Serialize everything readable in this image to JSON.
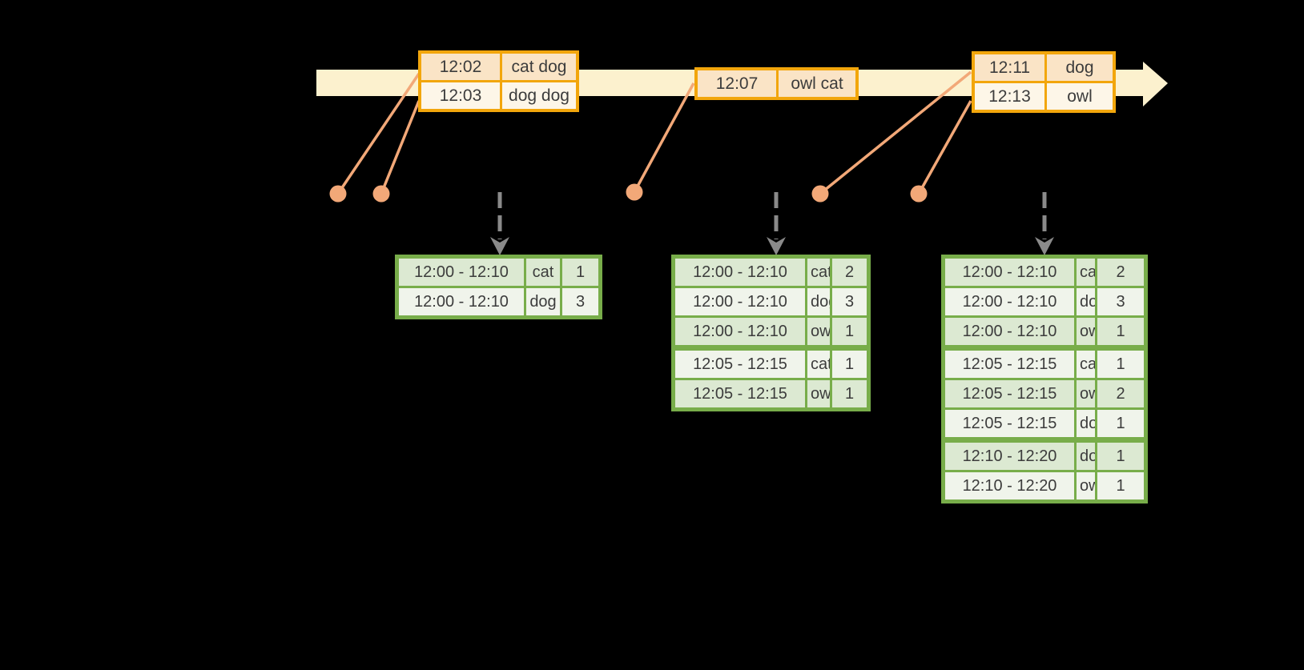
{
  "colors": {
    "canvas-bg": "#000000",
    "timeline-band": "#FCF1CE",
    "event-border": "#F2A60C",
    "event-row-dark": "#FAE4C6",
    "event-row-light": "#FDF6E8",
    "result-border": "#78AD4A",
    "result-row-dark": "#DCE9D2",
    "result-row-light": "#F0F4EB",
    "dot-orange": "#F2A878",
    "arrow-gray": "#8A8A8A",
    "table-text": "#3C3C3C"
  },
  "event_tables": [
    {
      "rows": [
        [
          "12:02",
          "cat dog"
        ],
        [
          "12:03",
          "dog dog"
        ]
      ]
    },
    {
      "rows": [
        [
          "12:07",
          "owl cat"
        ]
      ]
    },
    {
      "rows": [
        [
          "12:11",
          "dog"
        ],
        [
          "12:13",
          "owl"
        ]
      ]
    }
  ],
  "result_tables": [
    {
      "rows": [
        [
          "12:00 - 12:10",
          "cat",
          "1"
        ],
        [
          "12:00 - 12:10",
          "dog",
          "3"
        ]
      ]
    },
    {
      "rows": [
        [
          "12:00 - 12:10",
          "cat",
          "2"
        ],
        [
          "12:00 - 12:10",
          "dog",
          "3"
        ],
        [
          "12:00 - 12:10",
          "owl",
          "1"
        ],
        [
          "12:05 - 12:15",
          "cat",
          "1"
        ],
        [
          "12:05 - 12:15",
          "owl",
          "1"
        ]
      ]
    },
    {
      "rows": [
        [
          "12:00 - 12:10",
          "cat",
          "2"
        ],
        [
          "12:00 - 12:10",
          "dog",
          "3"
        ],
        [
          "12:00 - 12:10",
          "owl",
          "1"
        ],
        [
          "12:05 - 12:15",
          "cat",
          "1"
        ],
        [
          "12:05 - 12:15",
          "owl",
          "2"
        ],
        [
          "12:05 - 12:15",
          "dog",
          "1"
        ],
        [
          "12:10 - 12:20",
          "dog",
          "1"
        ],
        [
          "12:10 - 12:20",
          "owl",
          "1"
        ]
      ]
    }
  ]
}
